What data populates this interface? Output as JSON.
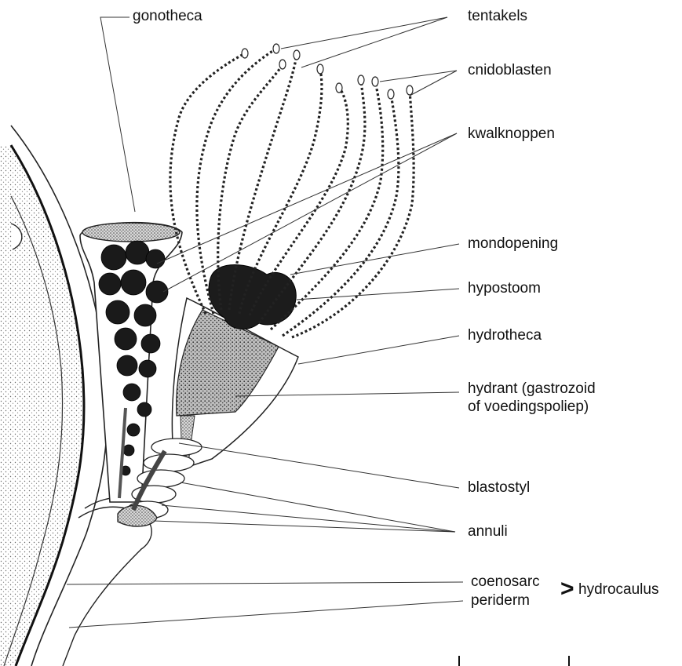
{
  "labels": {
    "gonotheca": "gonotheca",
    "tentakels": "tentakels",
    "cnidoblasten": "cnidoblasten",
    "kwalknoppen": "kwalknoppen",
    "mondopening": "mondopening",
    "hypostoom": "hypostoom",
    "hydrotheca": "hydrotheca",
    "hydrant_line1": "hydrant (gastrozoid",
    "hydrant_line2": "of voedingspoliep)",
    "blastostyl": "blastostyl",
    "annuli": "annuli",
    "coenosarc": "coenosarc",
    "periderm": "periderm",
    "group_symbol": ">",
    "hydrocaulus": "hydrocaulus"
  },
  "colors": {
    "ink": "#111111",
    "stipple": "#555555",
    "dark_fill": "#1a1a1a",
    "background": "#ffffff"
  }
}
